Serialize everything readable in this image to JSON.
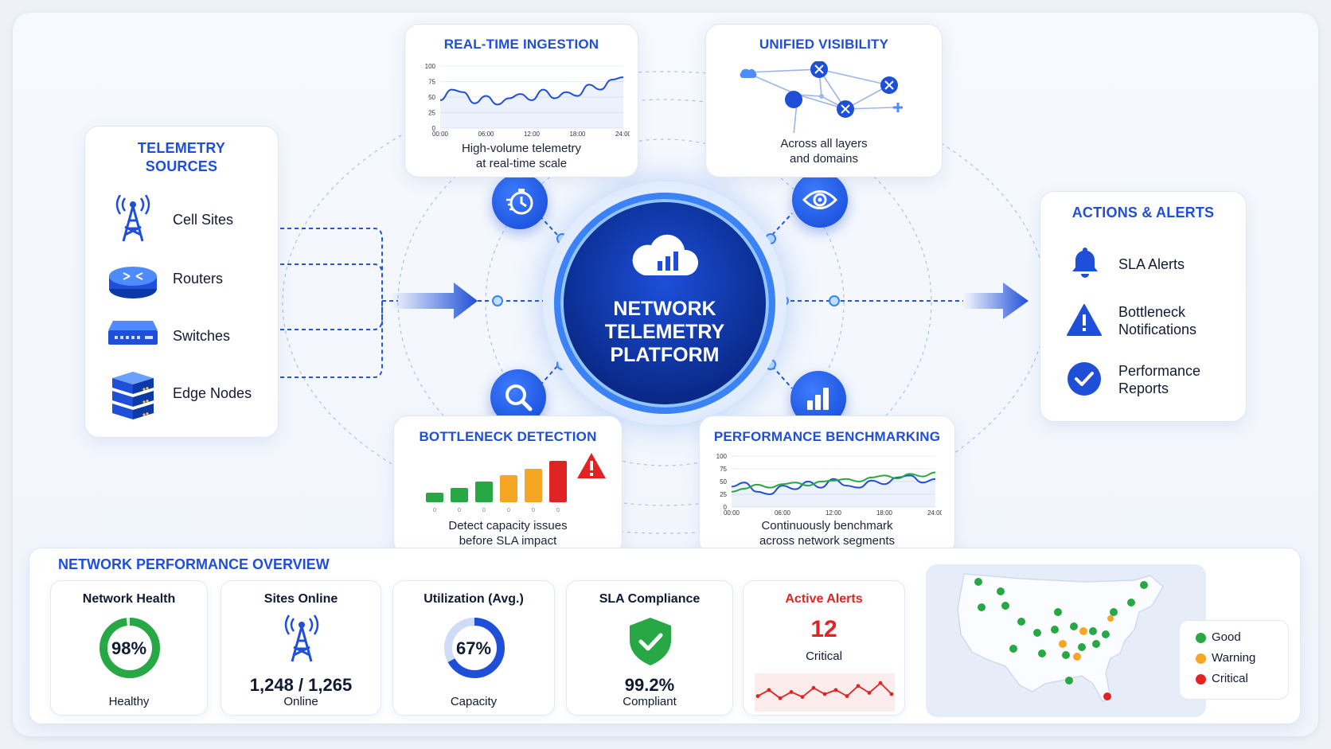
{
  "center": {
    "title": "NETWORK\nTELEMETRY\nPLATFORM"
  },
  "sources": {
    "title": "TELEMETRY\nSOURCES",
    "items": [
      {
        "label": "Cell Sites",
        "icon": "cell-tower-icon"
      },
      {
        "label": "Routers",
        "icon": "router-icon"
      },
      {
        "label": "Switches",
        "icon": "switch-icon"
      },
      {
        "label": "Edge Nodes",
        "icon": "server-stack-icon"
      }
    ]
  },
  "ingestion": {
    "title": "REAL-TIME INGESTION",
    "caption": "High-volume telemetry\nat real-time scale",
    "y_ticks": [
      "100",
      "75",
      "50",
      "25",
      "0"
    ],
    "x_ticks": [
      "00:00",
      "06:00",
      "12:00",
      "18:00",
      "24:00"
    ],
    "series": [
      45,
      62,
      58,
      40,
      52,
      38,
      48,
      55,
      45,
      62,
      48,
      58,
      52,
      70,
      62,
      78,
      82
    ]
  },
  "visibility": {
    "title": "UNIFIED VISIBILITY",
    "caption": "Across all layers\nand domains"
  },
  "bottleneck": {
    "title": "BOTTLENECK DETECTION",
    "caption": "Detect capacity issues\nbefore SLA impact",
    "bars": [
      {
        "value": 12,
        "color": "#27a844"
      },
      {
        "value": 18,
        "color": "#27a844"
      },
      {
        "value": 26,
        "color": "#27a844"
      },
      {
        "value": 34,
        "color": "#f5a623"
      },
      {
        "value": 42,
        "color": "#f5a623"
      },
      {
        "value": 52,
        "color": "#e02424"
      }
    ],
    "bar_ticks": [
      "0",
      "0",
      "0",
      "0",
      "0",
      "0"
    ]
  },
  "benchmark": {
    "title": "PERFORMANCE BENCHMARKING",
    "caption": "Continuously benchmark\nacross network segments",
    "y_ticks": [
      "100",
      "75",
      "50",
      "25",
      "0"
    ],
    "x_ticks": [
      "00:00",
      "06:00",
      "12:00",
      "18:00",
      "24:00"
    ],
    "series": [
      {
        "color": "#1f4fd8",
        "values": [
          40,
          48,
          30,
          25,
          42,
          35,
          50,
          38,
          55,
          42,
          38,
          52,
          45,
          58,
          62,
          48,
          55
        ]
      },
      {
        "color": "#27a844",
        "values": [
          30,
          36,
          44,
          38,
          45,
          48,
          42,
          50,
          52,
          55,
          50,
          58,
          62,
          56,
          65,
          60,
          68
        ]
      }
    ]
  },
  "actions": {
    "title": "ACTIONS & ALERTS",
    "items": [
      {
        "label": "SLA Alerts",
        "icon": "bell-icon"
      },
      {
        "label": "Bottleneck\nNotifications",
        "icon": "warning-icon"
      },
      {
        "label": "Performance\nReports",
        "icon": "check-circle-icon"
      }
    ]
  },
  "overview": {
    "title": "NETWORK PERFORMANCE OVERVIEW",
    "health": {
      "title": "Network Health",
      "value": "98%",
      "percent": 98,
      "sub": "Healthy"
    },
    "sites": {
      "title": "Sites Online",
      "value": "1,248 / 1,265",
      "sub": "Online"
    },
    "utilization": {
      "title": "Utilization (Avg.)",
      "value": "67%",
      "percent": 67,
      "sub": "Capacity"
    },
    "sla": {
      "title": "SLA Compliance",
      "value": "99.2%",
      "sub": "Compliant"
    },
    "alerts": {
      "title": "Active Alerts",
      "value": "12",
      "sub": "Critical",
      "series": [
        30,
        45,
        25,
        40,
        28,
        50,
        35,
        45,
        30,
        55,
        38,
        62,
        35
      ]
    },
    "legend": [
      {
        "label": "Good",
        "color": "#27a844"
      },
      {
        "label": "Warning",
        "color": "#f5a623"
      },
      {
        "label": "Critical",
        "color": "#e02424"
      }
    ]
  },
  "colors": {
    "accent": "#1f4fd8",
    "good": "#27a844",
    "warning": "#f5a623",
    "critical": "#e02424"
  }
}
